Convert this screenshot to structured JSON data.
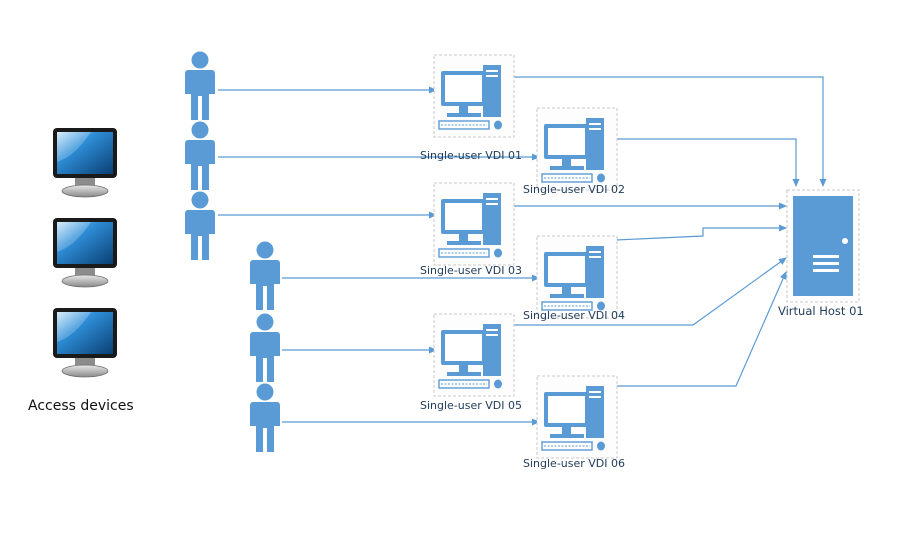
{
  "labels": {
    "access_devices": "Access devices",
    "host": "Virtual Host 01"
  },
  "vdis": [
    {
      "id": "vdi-01",
      "label": "Single-user VDI 01"
    },
    {
      "id": "vdi-02",
      "label": "Single-user VDI 02"
    },
    {
      "id": "vdi-03",
      "label": "Single-user VDI 03"
    },
    {
      "id": "vdi-04",
      "label": "Single-user VDI 04"
    },
    {
      "id": "vdi-05",
      "label": "Single-user VDI 05"
    },
    {
      "id": "vdi-06",
      "label": "Single-user VDI 06"
    }
  ],
  "icons": {
    "user": "user-icon",
    "vdi": "desktop-computer-icon",
    "access_device": "monitor-icon",
    "host": "server-icon"
  },
  "colors": {
    "accent": "#5b9bd5",
    "accent_dark": "#2e75b6",
    "line": "#5b9bd5",
    "text": "#1f3a5a"
  }
}
